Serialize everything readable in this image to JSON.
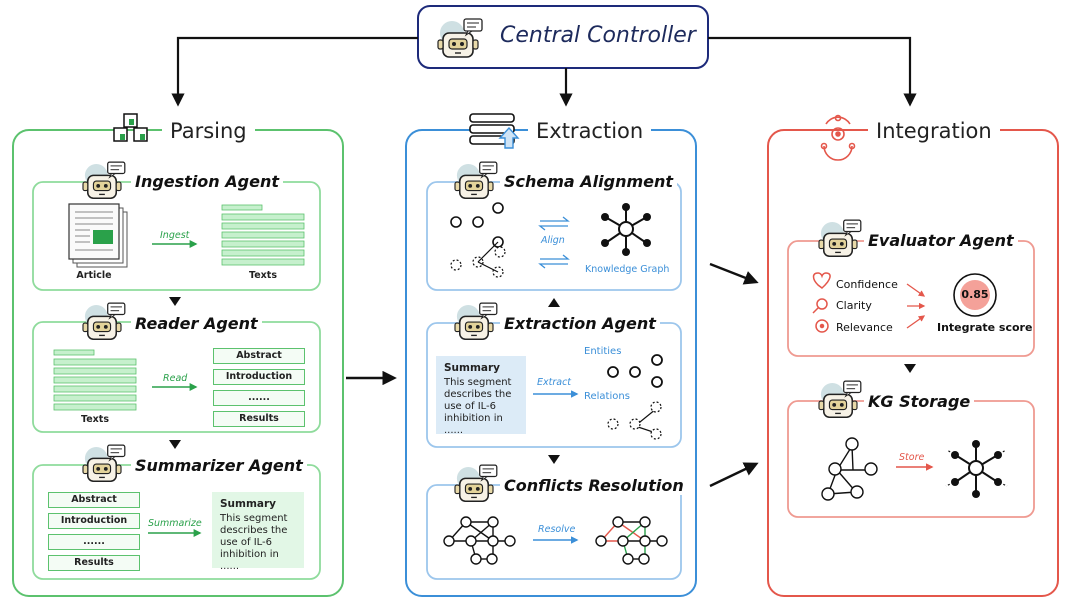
{
  "central": {
    "label": "Central Controller"
  },
  "columns": {
    "parsing": {
      "title": "Parsing",
      "color": "#5cc26e"
    },
    "extraction": {
      "title": "Extraction",
      "color": "#3b8fd8"
    },
    "integration": {
      "title": "Integration",
      "color": "#e4574b"
    }
  },
  "parsing": {
    "ingestion": {
      "title": "Ingestion Agent",
      "left_label": "Article",
      "action": "Ingest",
      "right_label": "Texts"
    },
    "reader": {
      "title": "Reader Agent",
      "left_label": "Texts",
      "action": "Read",
      "sections": [
        "Abstract",
        "Introduction",
        "......",
        "Results"
      ]
    },
    "summarizer": {
      "title": "Summarizer Agent",
      "action": "Summarize",
      "sections": [
        "Abstract",
        "Introduction",
        "......",
        "Results"
      ],
      "summary_title": "Summary",
      "summary_text": "This segment describes the use of IL-6 inhibition in ......"
    }
  },
  "extraction": {
    "schema": {
      "title": "Schema Alignment",
      "action": "Align",
      "right_label": "Knowledge Graph"
    },
    "agent": {
      "title": "Extraction Agent",
      "action": "Extract",
      "entities": "Entities",
      "relations": "Relations",
      "summary_title": "Summary",
      "summary_text": "This segment describes the use of IL-6 inhibition in ......"
    },
    "conflicts": {
      "title": "Conflicts Resolution",
      "action": "Resolve"
    }
  },
  "integration": {
    "evaluator": {
      "title": "Evaluator Agent",
      "criteria": [
        "Confidence",
        "Clarity",
        "Relevance"
      ],
      "score": "0.85",
      "score_label": "Integrate score"
    },
    "storage": {
      "title": "KG Storage",
      "action": "Store"
    }
  }
}
